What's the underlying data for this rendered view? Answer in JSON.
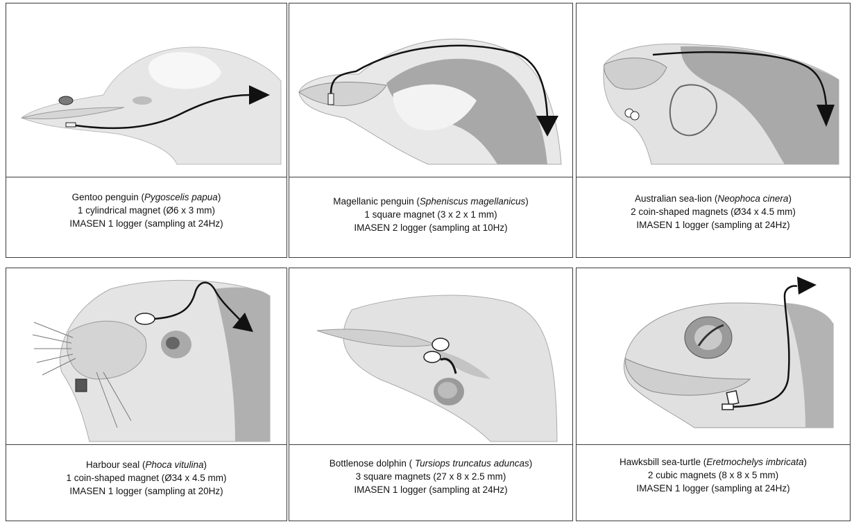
{
  "panels": [
    {
      "common": "Gentoo penguin (",
      "latin": "Pygoscelis papua",
      "close": ")",
      "line2": "1 cylindrical magnet (Ø6 x 3 mm)",
      "line3": "IMASEN 1 logger (sampling at 24Hz)"
    },
    {
      "common": "Magellanic penguin (",
      "latin": "Spheniscus magellanicus",
      "close": ")",
      "line2": "1 square magnet (3 x 2 x 1 mm)",
      "line3": "IMASEN 2 logger (sampling at 10Hz)"
    },
    {
      "common": "Australian sea-lion (",
      "latin": "Neophoca cinera",
      "close": ")",
      "line2": "2 coin-shaped magnets (Ø34 x 4.5 mm)",
      "line3": "IMASEN 1 logger (sampling at 24Hz)"
    },
    {
      "common": "Harbour seal (",
      "latin": "Phoca vitulina",
      "close": ")",
      "line2": "1 coin-shaped magnet (Ø34 x 4.5 mm)",
      "line3": "IMASEN 1 logger (sampling at 20Hz)"
    },
    {
      "common": "Bottlenose dolphin ( ",
      "latin": "Tursiops truncatus aduncas",
      "close": ")",
      "line2": "3 square magnets (27 x 8 x 2.5 mm)",
      "line3": "IMASEN 1 logger (sampling at 24Hz)"
    },
    {
      "common": "Hawksbill sea-turtle (",
      "latin": "Eretmochelys imbricata",
      "close": ")",
      "line2": "2 cubic magnets (8 x 8 x 5 mm)",
      "line3": "IMASEN 1 logger (sampling at 24Hz)"
    }
  ]
}
